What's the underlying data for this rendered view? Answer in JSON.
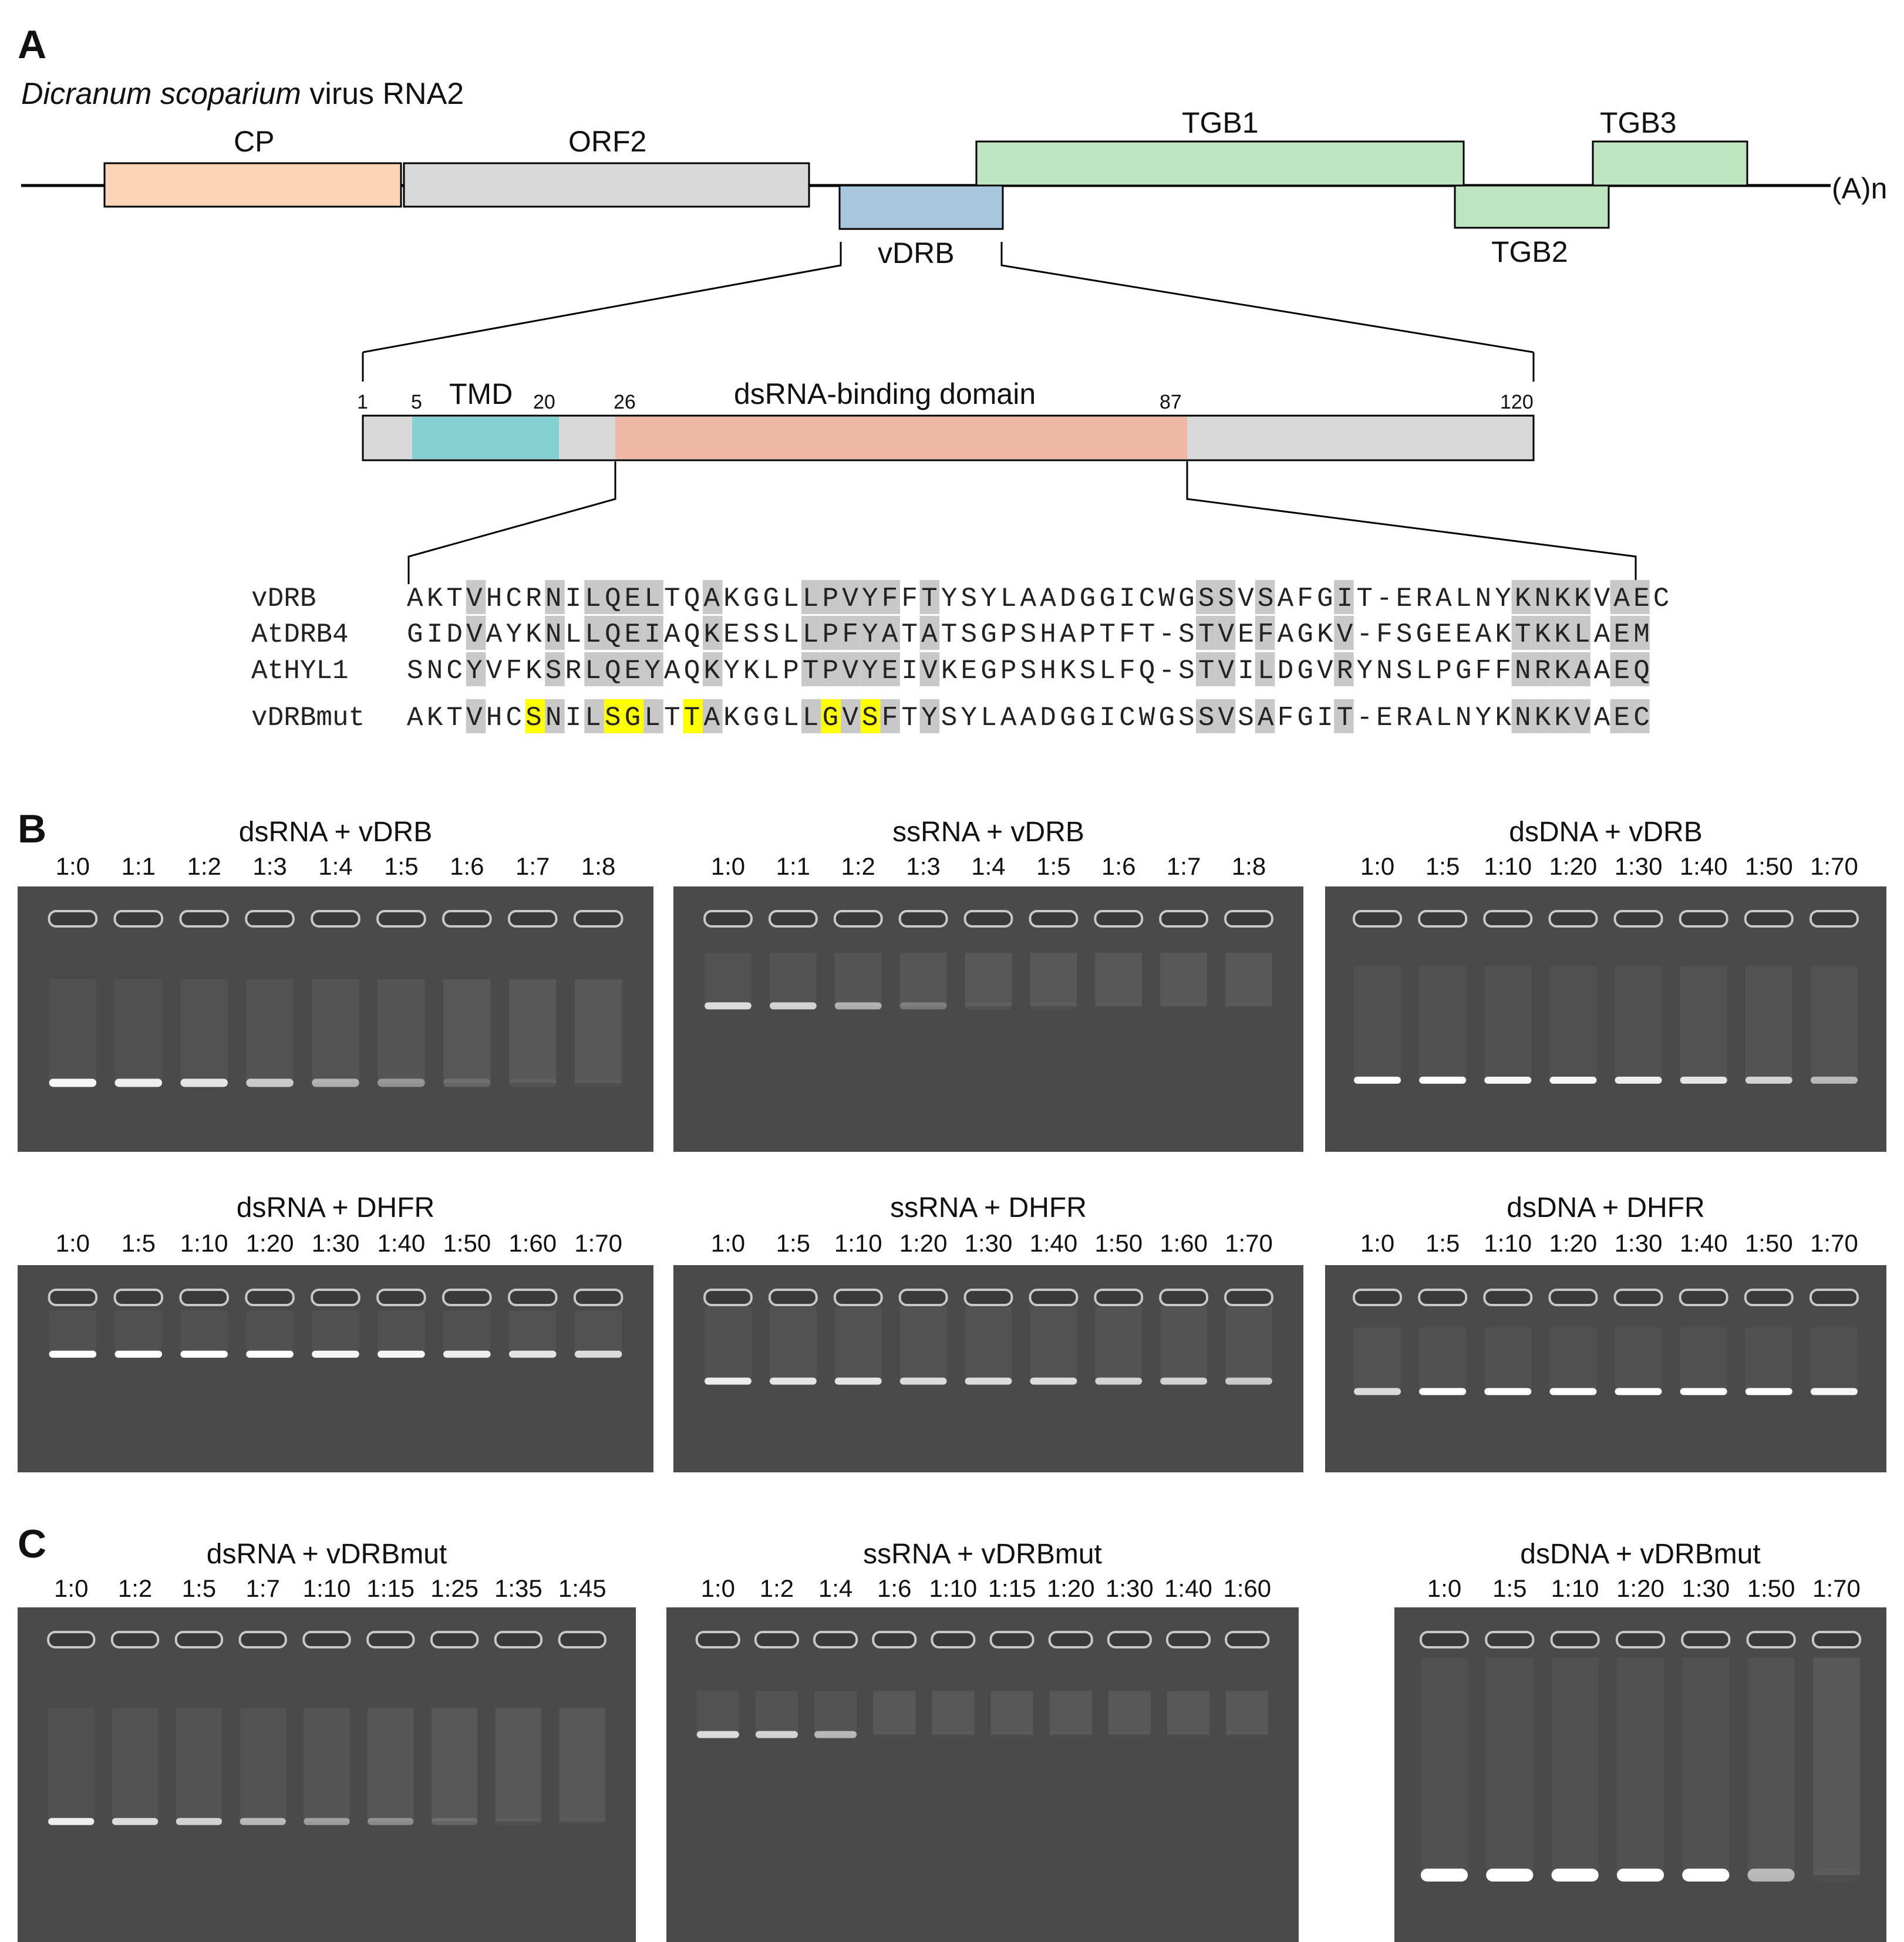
{
  "panels": {
    "a": "A",
    "b": "B",
    "c": "C"
  },
  "genome": {
    "title_italic": "Dicranum scoparium",
    "title_rest": " virus RNA2",
    "polyA": "(A)n",
    "genes": {
      "cp": "CP",
      "orf2": "ORF2",
      "vdrb": "vDRB",
      "tgb1": "TGB1",
      "tgb2": "TGB2",
      "tgb3": "TGB3"
    },
    "colors": {
      "cp": "#fbd5b5",
      "orf2": "#d9d9d9",
      "vdrb": "#a8c6dc",
      "tgb": "#bde5c0"
    }
  },
  "protein": {
    "positions": {
      "p1": "1",
      "p5": "5",
      "p20": "20",
      "p26": "26",
      "p87": "87",
      "p120": "120"
    },
    "tmd_label": "TMD",
    "dsrbd_label": "dsRNA-binding domain",
    "colors": {
      "body": "#d9d9d9",
      "tmd": "#85d1d1",
      "dsrbd": "#efb8a6"
    }
  },
  "alignment": {
    "rows": [
      {
        "name": "vDRB",
        "seq": "AKTVHCRNILQELTQAKGGLLPVYFFTYSYLAADGGICWGSSVSAFGIT-ERALNYKNKKVAEC"
      },
      {
        "name": "AtDRB4",
        "seq": "GIDVAYKNLLQEIAQKESSLLPFYATATSGPSHAPTFT-STVEFAGKV-FSGEEAKTKKLAEM"
      },
      {
        "name": "AtHYL1",
        "seq": "SNCYVFKSRLQEYAQKYKLPTPVYEIVKEGPSHKSLFQ-STVILDGVRYNSLPGFFNRKAAEQ"
      },
      {
        "name": "vDRBmut",
        "seq": "AKTVHCSNILSGLTTAKGGLLGVSFTYSYLAADGGICWGSSVSAFGIT-ERALNYKNKKVAEC"
      }
    ],
    "shade_gray": "#c8c8c8",
    "shade_yellow": "#ffff00"
  },
  "gels": [
    {
      "id": "b1",
      "title": "dsRNA + vDRB",
      "lanes": [
        "1:0",
        "1:1",
        "1:2",
        "1:3",
        "1:4",
        "1:5",
        "1:6",
        "1:7",
        "1:8"
      ]
    },
    {
      "id": "b2",
      "title": "ssRNA + vDRB",
      "lanes": [
        "1:0",
        "1:1",
        "1:2",
        "1:3",
        "1:4",
        "1:5",
        "1:6",
        "1:7",
        "1:8"
      ]
    },
    {
      "id": "b3",
      "title": "dsDNA + vDRB",
      "lanes": [
        "1:0",
        "1:5",
        "1:10",
        "1:20",
        "1:30",
        "1:40",
        "1:50",
        "1:70"
      ]
    },
    {
      "id": "b4",
      "title": "dsRNA + DHFR",
      "lanes": [
        "1:0",
        "1:5",
        "1:10",
        "1:20",
        "1:30",
        "1:40",
        "1:50",
        "1:60",
        "1:70"
      ]
    },
    {
      "id": "b5",
      "title": "ssRNA + DHFR",
      "lanes": [
        "1:0",
        "1:5",
        "1:10",
        "1:20",
        "1:30",
        "1:40",
        "1:50",
        "1:60",
        "1:70"
      ]
    },
    {
      "id": "b6",
      "title": "dsDNA + DHFR",
      "lanes": [
        "1:0",
        "1:5",
        "1:10",
        "1:20",
        "1:30",
        "1:40",
        "1:50",
        "1:70"
      ]
    },
    {
      "id": "c1",
      "title": "dsRNA + vDRBmut",
      "lanes": [
        "1:0",
        "1:2",
        "1:5",
        "1:7",
        "1:10",
        "1:15",
        "1:25",
        "1:35",
        "1:45"
      ]
    },
    {
      "id": "c2",
      "title": "ssRNA + vDRBmut",
      "lanes": [
        "1:0",
        "1:2",
        "1:4",
        "1:6",
        "1:10",
        "1:15",
        "1:20",
        "1:30",
        "1:40",
        "1:60"
      ]
    },
    {
      "id": "c3",
      "title": "dsDNA + vDRBmut",
      "lanes": [
        "1:0",
        "1:5",
        "1:10",
        "1:20",
        "1:30",
        "1:50",
        "1:70"
      ]
    }
  ],
  "band_intensity": {
    "b1": [
      0.95,
      0.9,
      0.85,
      0.7,
      0.55,
      0.4,
      0.15,
      0.05,
      0.03
    ],
    "b2": [
      0.8,
      0.75,
      0.55,
      0.25,
      0.05,
      0.03,
      0.02,
      0.02,
      0.02
    ],
    "b3": [
      1,
      1,
      0.95,
      0.95,
      0.9,
      0.85,
      0.75,
      0.6
    ],
    "b4": [
      1,
      1,
      1,
      1,
      0.95,
      0.95,
      0.9,
      0.85,
      0.8
    ],
    "b5": [
      0.9,
      0.85,
      0.85,
      0.8,
      0.8,
      0.8,
      0.75,
      0.75,
      0.7
    ],
    "b6": [
      0.8,
      1,
      1,
      1,
      1,
      1,
      1,
      0.95
    ],
    "c1": [
      0.9,
      0.8,
      0.75,
      0.6,
      0.45,
      0.35,
      0.15,
      0.03,
      0.02
    ],
    "c2": [
      0.8,
      0.75,
      0.6,
      0.02,
      0.02,
      0.02,
      0.02,
      0.02,
      0.02,
      0.02
    ],
    "c3": [
      1,
      1,
      1,
      1,
      1,
      0.6,
      0.02
    ]
  }
}
